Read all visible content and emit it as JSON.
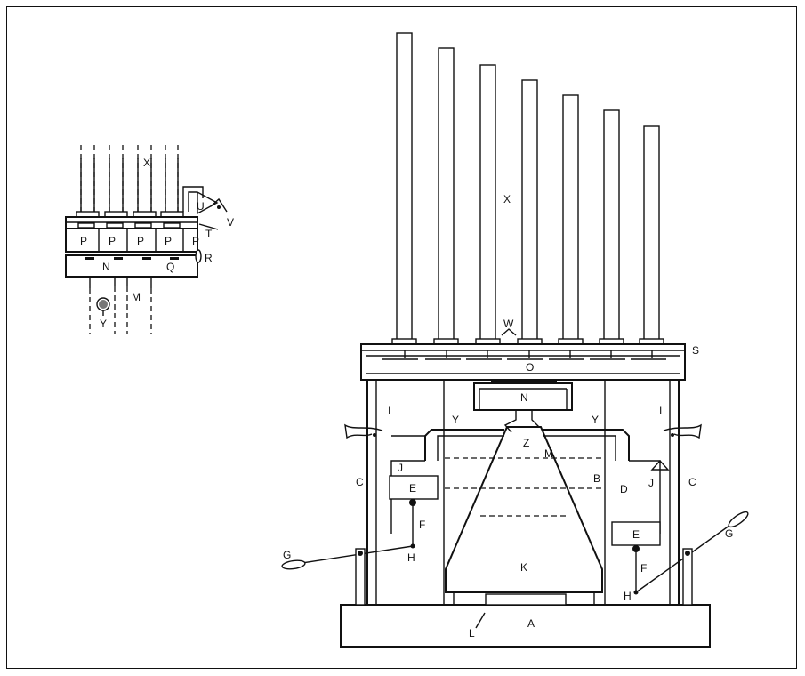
{
  "diagram": {
    "inset_labels": {
      "x": "X",
      "u": "U",
      "v": "V",
      "t": "T",
      "r": "R",
      "n": "N",
      "q": "Q",
      "m": "M",
      "y": "Y",
      "p1": "P",
      "p2": "P",
      "p3": "P",
      "p4": "P",
      "p5": "P"
    },
    "main_labels": {
      "x": "X",
      "w": "W",
      "s": "S",
      "o": "O",
      "n": "N",
      "i_left": "I",
      "i_right": "I",
      "y_left": "Y",
      "y_right": "Y",
      "z": "Z",
      "m": "M",
      "b": "B",
      "c_left": "C",
      "c_right": "C",
      "j_left": "J",
      "j_right": "J",
      "d": "D",
      "e_left": "E",
      "e_right": "E",
      "f_left": "F",
      "f_right": "F",
      "g_left": "G",
      "g_right": "G",
      "h_left": "H",
      "h_right": "H",
      "k": "K",
      "l": "L",
      "a": "A"
    }
  }
}
